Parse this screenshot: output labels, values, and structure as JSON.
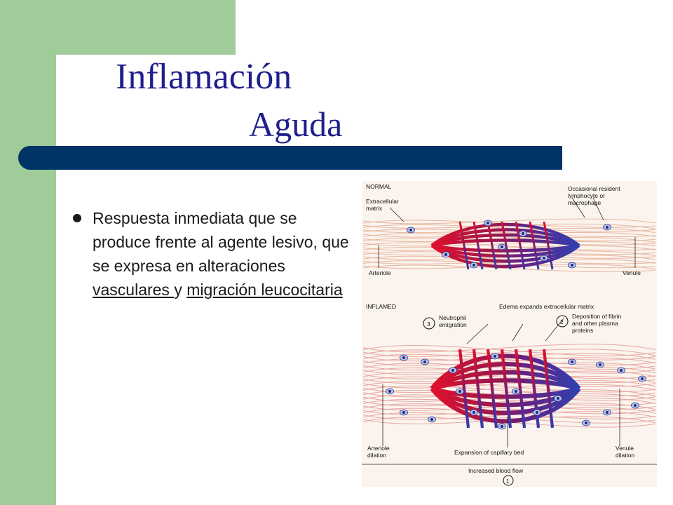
{
  "slide": {
    "title_line1": "Inflamación",
    "title_line2": "Aguda",
    "body": {
      "text_before": "Respuesta inmediata que se produce frente al agente lesivo, que se expresa en alteraciones ",
      "link1": "vasculares ",
      "text_middle": "y ",
      "link2": "migración leucocitaria"
    }
  },
  "figure": {
    "normal_label": "NORMAL",
    "extracellular_matrix": "Extracellular\nmatrix",
    "occasional_resident": "Occasional resident\nlymphocyte or\nmacrophage",
    "arteriole": "Arteriole",
    "venule": "Venule",
    "inflamed_label": "INFLAMED",
    "edema": "Edema expands extracellular matrix",
    "step3_number": "3",
    "neutrophil_emigration": "Neutrophil\nemigration",
    "step2_number": "2",
    "deposition": "Deposition of fibrin\nand other plasma\nproteins",
    "arteriole_dilation": "Arteriole\ndilation",
    "expansion_capillary": "Expansion of capillary bed",
    "venule_dilation": "Venule\ndilation",
    "increased_blood_flow": "Increased blood flow",
    "step1_number": "1"
  },
  "colors": {
    "green_band": "#9fcc98",
    "title_color": "#1f1f8c",
    "rule_color": "#003366",
    "arteriole_red": "#e0102a",
    "venule_blue": "#3040b0"
  }
}
